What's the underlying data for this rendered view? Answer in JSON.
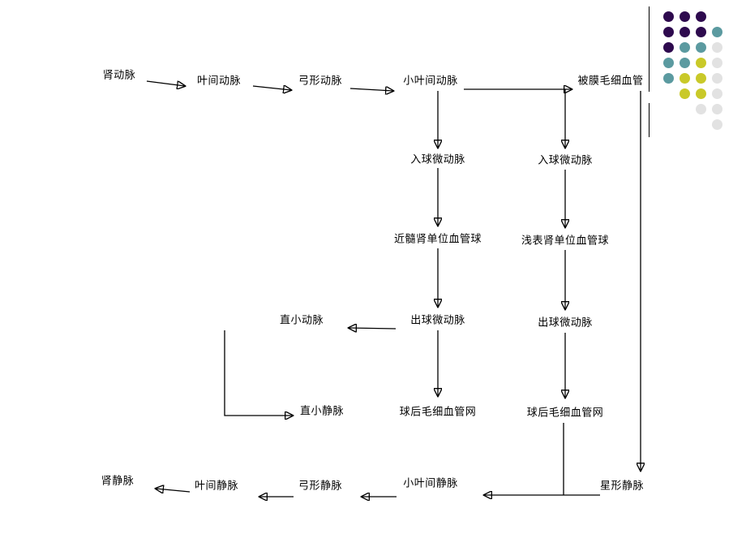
{
  "diagram": {
    "nodes": {
      "renal_artery": {
        "label": "肾动脉"
      },
      "interlobar_artery": {
        "label": "叶间动脉"
      },
      "arcuate_artery": {
        "label": "弓形动脉"
      },
      "interlobular_artery": {
        "label": "小叶间动脉"
      },
      "capsular_capillary": {
        "label": "被膜毛细血管"
      },
      "afferent_arteriole_left": {
        "label": "入球微动脉"
      },
      "afferent_arteriole_right": {
        "label": "入球微动脉"
      },
      "juxtamedullary_glomerulus": {
        "label": "近髓肾单位血管球"
      },
      "superficial_glomerulus": {
        "label": "浅表肾单位血管球"
      },
      "efferent_arteriole_left": {
        "label": "出球微动脉"
      },
      "efferent_arteriole_right": {
        "label": "出球微动脉"
      },
      "vasa_recta_arteriole": {
        "label": "直小动脉"
      },
      "vasa_recta_venule": {
        "label": "直小静脉"
      },
      "postglomerular_capillaries_left": {
        "label": "球后毛细血管网"
      },
      "postglomerular_capillaries_right": {
        "label": "球后毛细血管网"
      },
      "stellate_vein": {
        "label": "星形静脉"
      },
      "interlobular_vein": {
        "label": "小叶间静脉"
      },
      "arcuate_vein": {
        "label": "弓形静脉"
      },
      "interlobar_vein": {
        "label": "叶间静脉"
      },
      "renal_vein": {
        "label": "肾静脉"
      }
    },
    "colors": {
      "line": "#000000",
      "text": "#000000",
      "background": "#ffffff"
    }
  },
  "decoration": {
    "dot_colors": {
      "P": "#2e0a4e",
      "T": "#5b9aa0",
      "Y": "#c9c929",
      "W": "#e2e2e2"
    },
    "grid": [
      "PPP.",
      "PPPT",
      "PTTW",
      "TTYW",
      "TYYW",
      ".YYW",
      "..WW",
      "...W"
    ]
  }
}
